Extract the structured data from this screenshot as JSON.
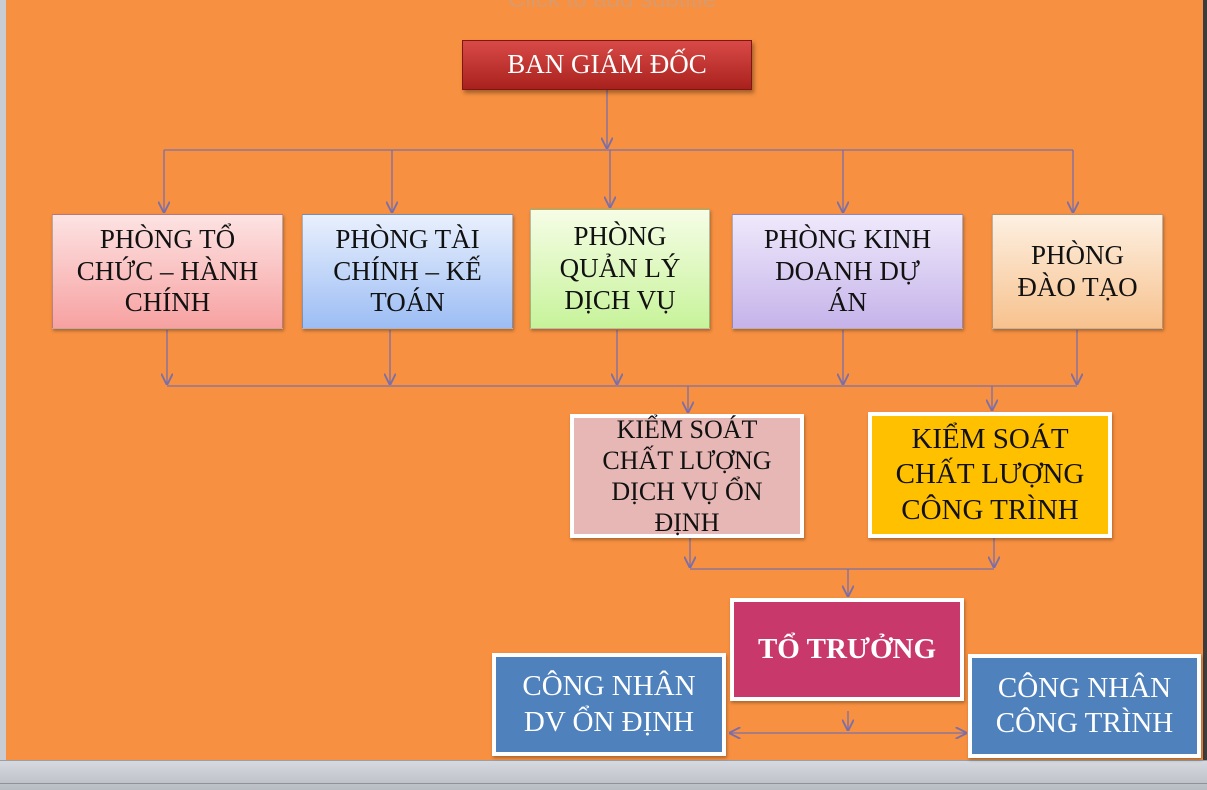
{
  "slide": {
    "subtitle_placeholder": "Click to add subtitle"
  },
  "org_chart": {
    "top": {
      "label": "BAN GIÁM ĐỐC"
    },
    "departments": [
      {
        "lines": [
          "PHÒNG TỔ",
          "CHỨC – HÀNH",
          "CHÍNH"
        ]
      },
      {
        "lines": [
          "PHÒNG TÀI",
          "CHÍNH – KẾ",
          "TOÁN"
        ]
      },
      {
        "lines": [
          "PHÒNG",
          "QUẢN LÝ",
          "DỊCH VỤ"
        ]
      },
      {
        "lines": [
          "PHÒNG KINH",
          "DOANH DỰ",
          "ÁN"
        ]
      },
      {
        "lines": [
          "PHÒNG",
          "ĐÀO TẠO"
        ]
      }
    ],
    "quality": [
      {
        "lines": [
          "KIỂM SOÁT",
          "CHẤT LƯỢNG",
          "DỊCH VỤ ỔN",
          "ĐỊNH"
        ]
      },
      {
        "lines": [
          "KIỂM SOÁT",
          "CHẤT LƯỢNG",
          "CÔNG TRÌNH"
        ]
      }
    ],
    "leader": {
      "label": "TỔ TRƯỞNG"
    },
    "workers": [
      {
        "lines": [
          "CÔNG NHÂN",
          "DV ỔN ĐỊNH"
        ]
      },
      {
        "lines": [
          "CÔNG NHÂN",
          "CÔNG TRÌNH"
        ]
      }
    ]
  },
  "colors": {
    "background": "#f79041",
    "top_box": "#c0302c",
    "connector": "#7a6fa8",
    "leader": "#c9386b",
    "worker": "#4f81bd",
    "quality_service": "#e6b7b5",
    "quality_construction": "#ffc000"
  }
}
